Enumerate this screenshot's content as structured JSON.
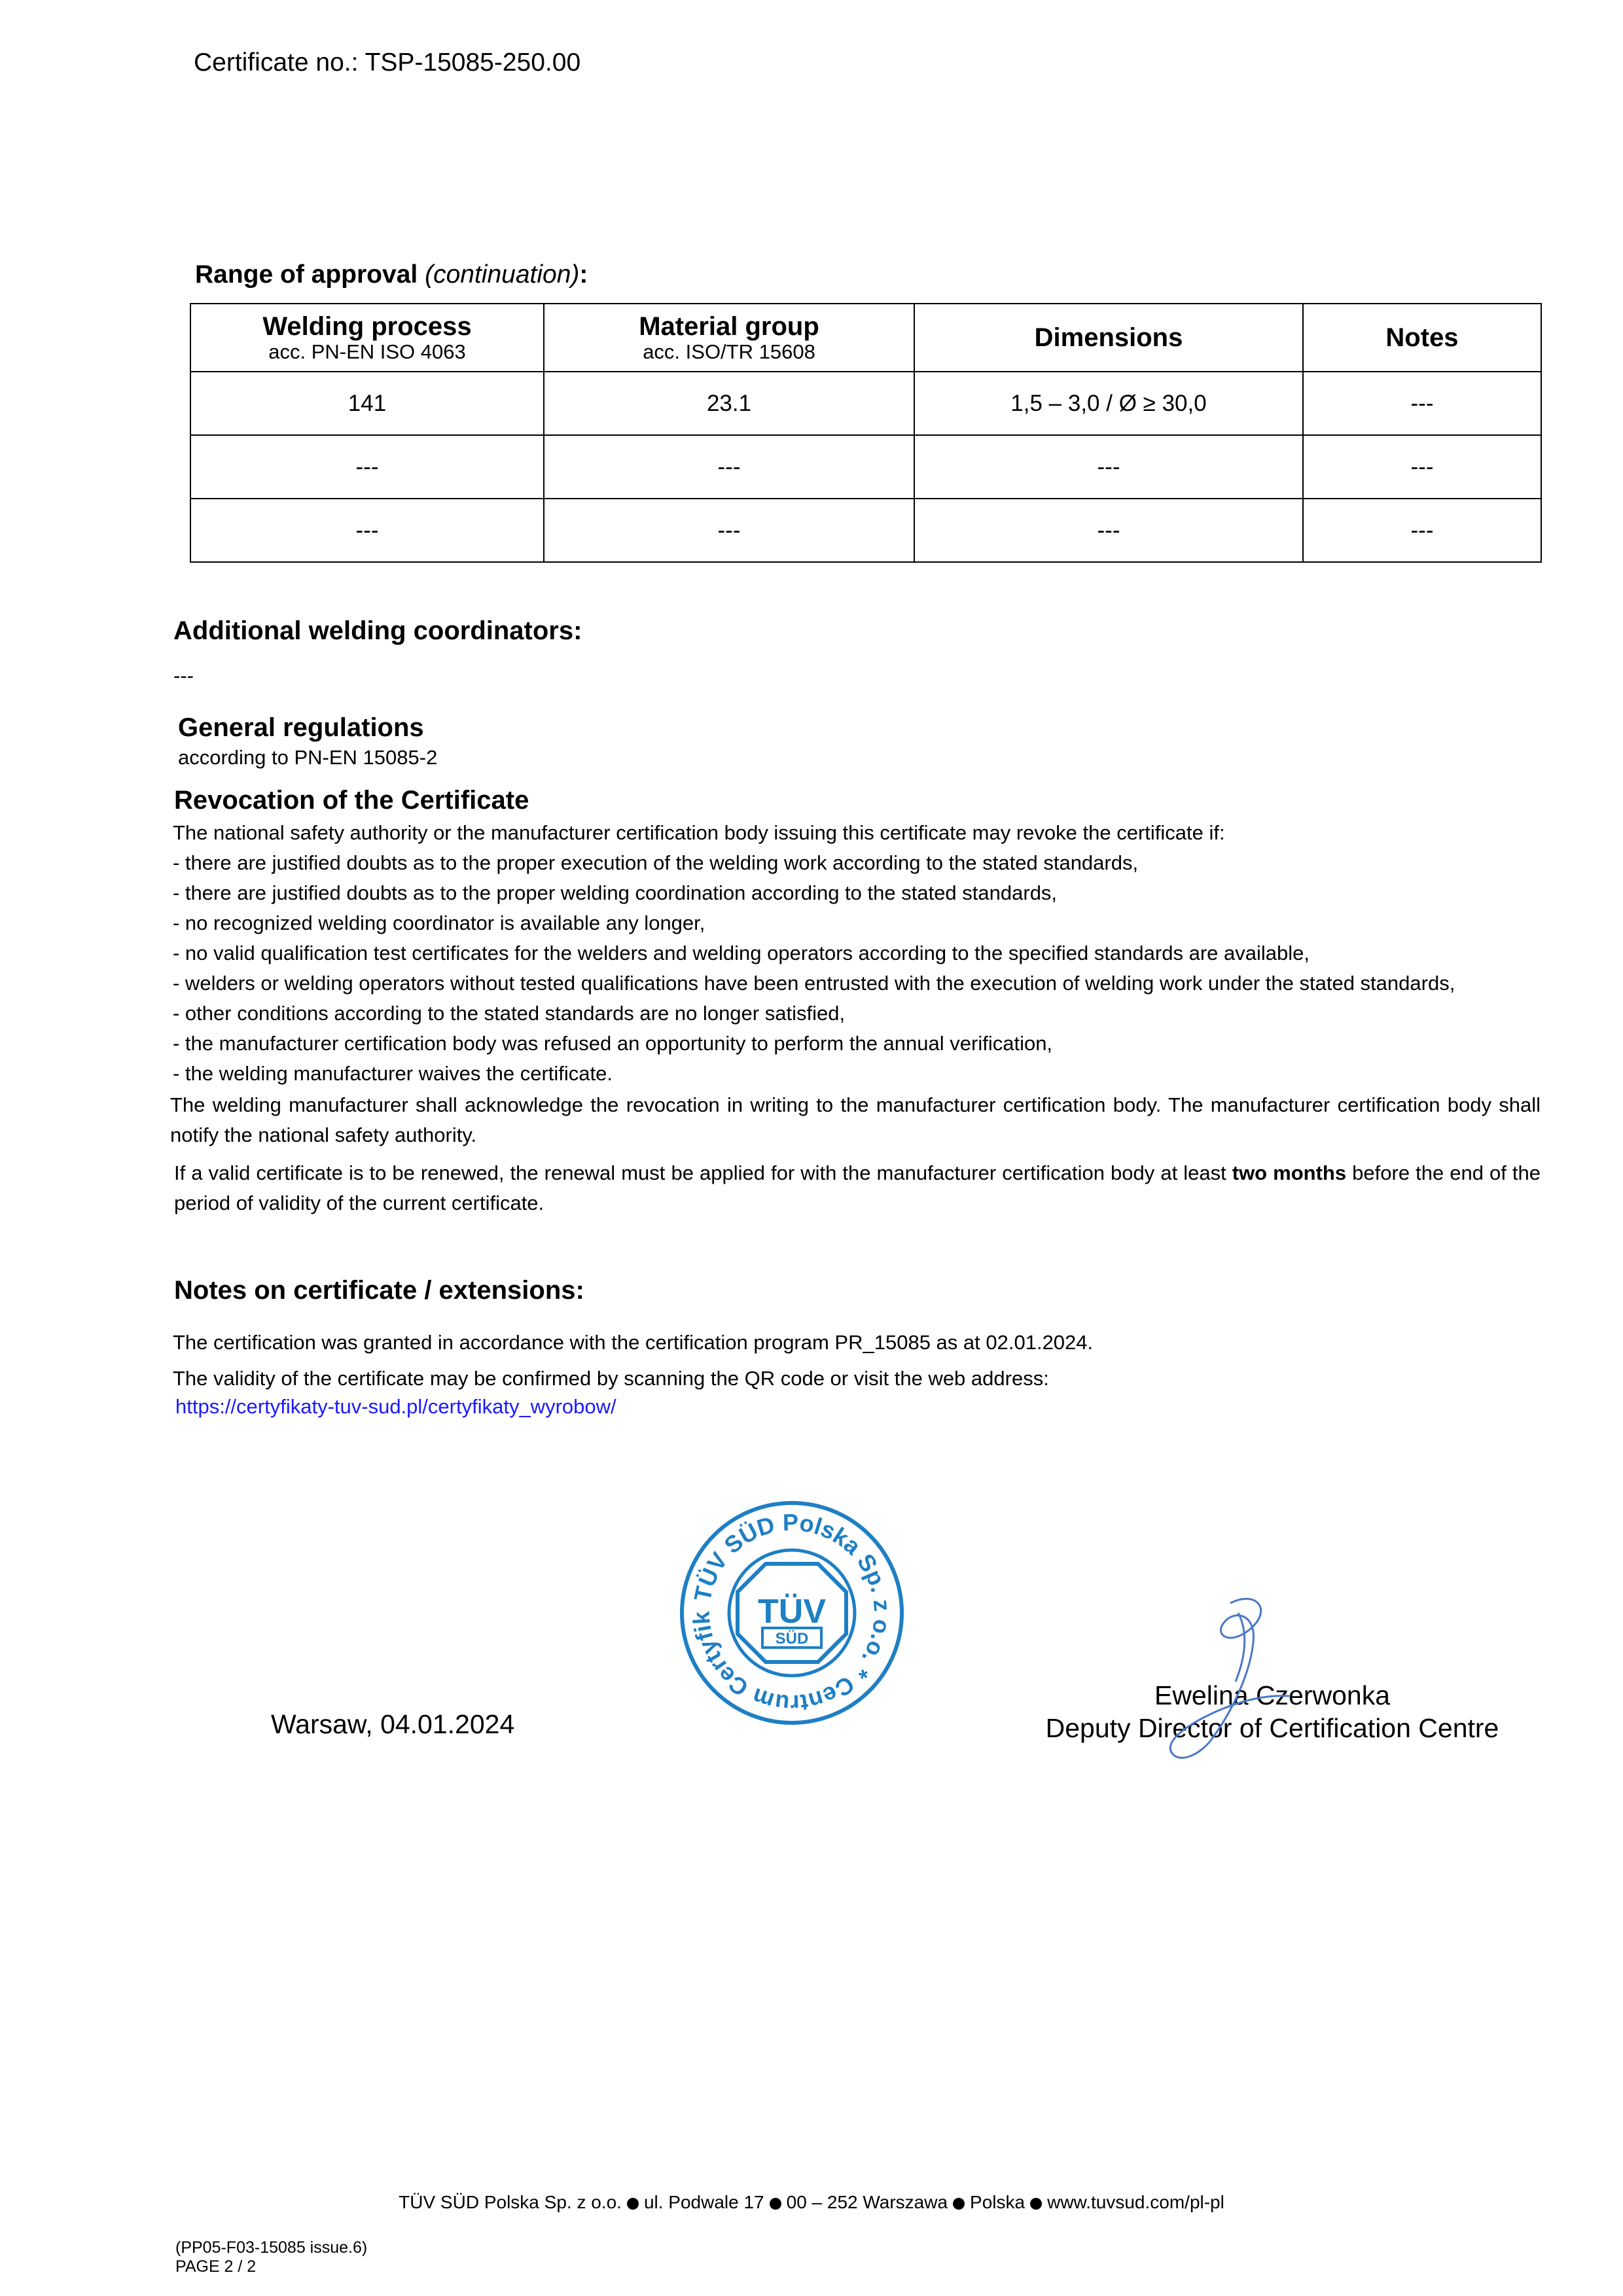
{
  "header": {
    "certificate_no": "Certificate no.: TSP-15085-250.00"
  },
  "range": {
    "heading_bold": "Range of approval",
    "heading_italic": "(continuation)",
    "heading_colon": ":",
    "columns": [
      {
        "title": "Welding process",
        "sub": "acc. PN-EN ISO 4063"
      },
      {
        "title": "Material group",
        "sub": "acc. ISO/TR 15608"
      },
      {
        "title": "Dimensions",
        "sub": ""
      },
      {
        "title": "Notes",
        "sub": ""
      }
    ],
    "rows": [
      [
        "141",
        "23.1",
        "1,5 – 3,0 / Ø ≥ 30,0",
        "---"
      ],
      [
        "---",
        "---",
        "---",
        "---"
      ],
      [
        "---",
        "---",
        "---",
        "---"
      ]
    ]
  },
  "coordinators": {
    "heading": "Additional welding coordinators:",
    "value": "---"
  },
  "general": {
    "heading": "General regulations",
    "text": "according to PN-EN 15085-2"
  },
  "revocation": {
    "heading": "Revocation of the Certificate",
    "intro": "The national safety authority or the manufacturer certification body issuing this certificate may revoke the certificate if:",
    "items": [
      "- there are justified doubts as to the proper execution of the welding work according to the stated standards,",
      "- there are justified doubts as to the proper welding coordination according to the stated standards,",
      "- no recognized welding coordinator is available any longer,",
      "- no valid qualification test certificates for the welders and welding operators according to the specified standards are available,",
      "- welders or welding operators without tested qualifications have been entrusted with the execution of welding work under the stated standards,",
      "- other conditions according to the stated standards are no longer satisfied,",
      "- the manufacturer certification body was refused an opportunity to perform the annual verification,",
      "- the welding manufacturer waives the certificate."
    ],
    "acknowledge": "The welding manufacturer shall acknowledge the revocation in writing to the manufacturer certification body. The manufacturer certification body shall notify the national safety authority.",
    "renewal_pre": "If a valid certificate is to be renewed, the renewal must be applied for with the manufacturer certification body at least ",
    "renewal_bold": "two months",
    "renewal_post": " before the end of the period of validity of the current certificate."
  },
  "notes": {
    "heading": "Notes on certificate / extensions:",
    "line1": "The certification was granted in accordance with the certification program PR_15085 as at 02.01.2024.",
    "line2": "The validity of the certificate may be confirmed by scanning the QR code or visit the web address:",
    "link": "https://certyfikaty-tuv-sud.pl/certyfikaty_wyrobow/"
  },
  "signature": {
    "place_date": "Warsaw, 04.01.2024",
    "name": "Ewelina Czerwonka",
    "title": "Deputy Director of Certification Centre"
  },
  "stamp": {
    "ring_text": "TÜV SÜD Polska Sp. z o.o. * Centrum Certyfikacji *",
    "logo_top": "TÜV",
    "logo_bottom": "SÜD",
    "color": "#1e7fc4"
  },
  "footer": {
    "parts": [
      "TÜV SÜD Polska Sp. z o.o.",
      "ul. Podwale 17",
      "00 – 252 Warszawa",
      "Polska",
      "www.tuvsud.com/pl-pl"
    ]
  },
  "form": {
    "id": "(PP05-F03-15085 issue.6)",
    "page": "PAGE 2 / 2"
  }
}
